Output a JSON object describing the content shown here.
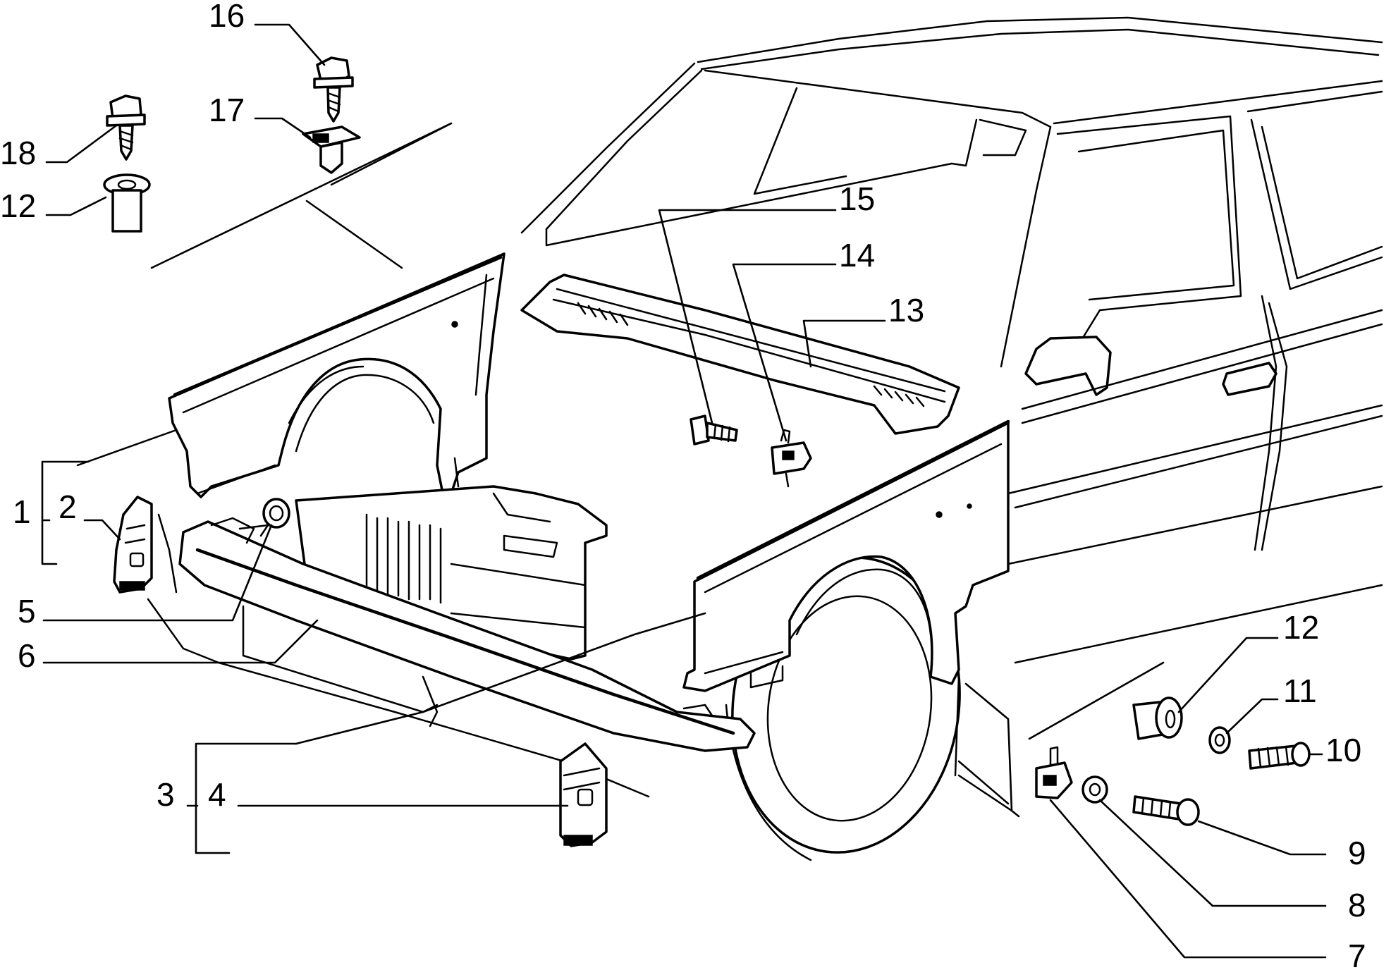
{
  "diagram": {
    "colors": {
      "line": "#000000",
      "background": "#ffffff"
    },
    "callouts": [
      {
        "id": "1",
        "label": "1"
      },
      {
        "id": "2",
        "label": "2"
      },
      {
        "id": "3",
        "label": "3"
      },
      {
        "id": "4",
        "label": "4"
      },
      {
        "id": "5",
        "label": "5"
      },
      {
        "id": "6",
        "label": "6"
      },
      {
        "id": "7",
        "label": "7"
      },
      {
        "id": "8",
        "label": "8"
      },
      {
        "id": "9",
        "label": "9"
      },
      {
        "id": "10",
        "label": "10"
      },
      {
        "id": "11",
        "label": "11"
      },
      {
        "id": "12a",
        "label": "12"
      },
      {
        "id": "12b",
        "label": "12"
      },
      {
        "id": "13",
        "label": "13"
      },
      {
        "id": "14",
        "label": "14"
      },
      {
        "id": "15",
        "label": "15"
      },
      {
        "id": "16",
        "label": "16"
      },
      {
        "id": "17",
        "label": "17"
      },
      {
        "id": "18",
        "label": "18"
      }
    ]
  }
}
